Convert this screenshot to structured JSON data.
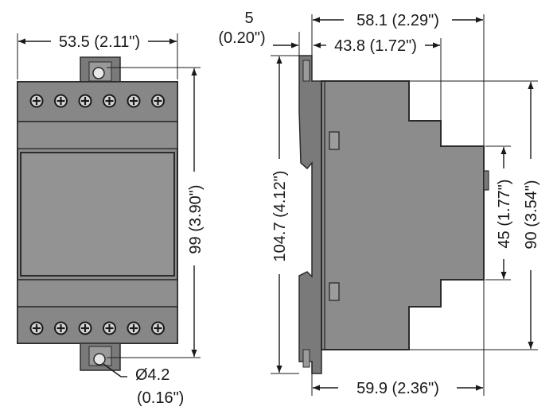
{
  "dimensions": {
    "front_width": "53.5 (2.11\")",
    "front_height": "99 (3.90\")",
    "hole_diameter_mm": "Ø4.2",
    "hole_diameter_in": "(0.16\")",
    "side_clip_mm": "5",
    "side_clip_in": "(0.20\")",
    "side_total_depth": "58.1 (2.29\")",
    "side_body_depth": "43.8 (1.72\")",
    "side_total_height": "104.7 (4.12\")",
    "side_bottom_depth": "59.9 (2.36\")",
    "side_front_height": "45 (1.77\")",
    "side_body_height": "90 (3.54\")"
  },
  "colors": {
    "body": "#8c8c8c",
    "body_dark": "#6e6e6e",
    "body_light": "#a8a8a8",
    "outline": "#2b2b2b",
    "line": "#1a1a1a"
  },
  "front_view": {
    "terminals_per_row": 6
  }
}
